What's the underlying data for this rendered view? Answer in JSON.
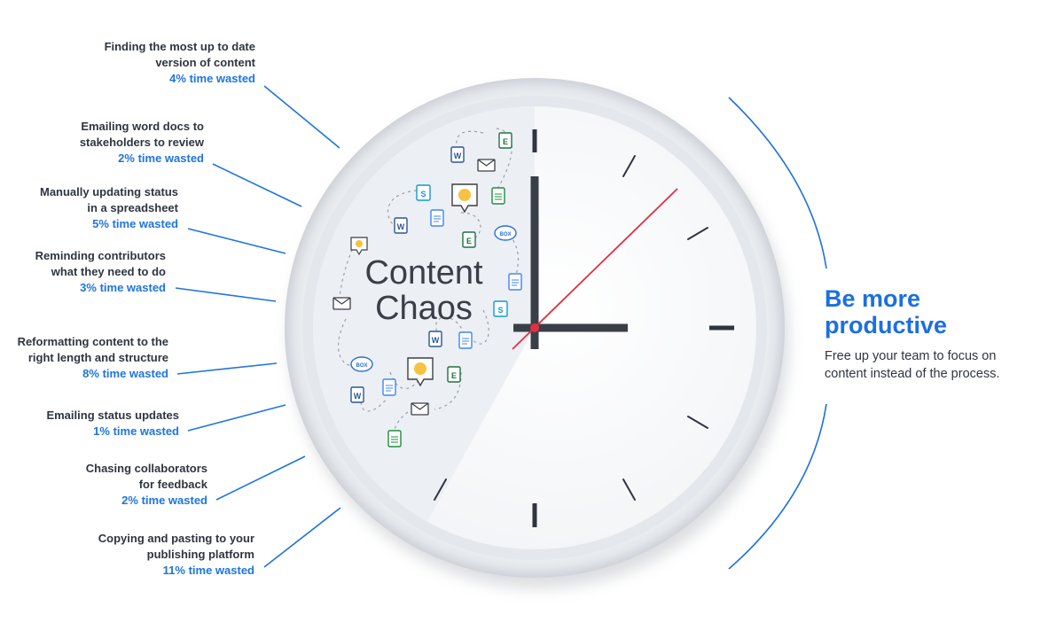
{
  "tasks": [
    {
      "label": "Finding the most up to date\nversion of content",
      "waste": "4% time wasted"
    },
    {
      "label": "Emailing word docs to\nstakeholders to review",
      "waste": "2% time wasted"
    },
    {
      "label": "Manually updating status\nin a spreadsheet",
      "waste": "5% time wasted"
    },
    {
      "label": "Reminding contributors\nwhat they need to do",
      "waste": "3% time wasted"
    },
    {
      "label": "Reformatting content to the\nright length and structure",
      "waste": "8% time wasted"
    },
    {
      "label": "Emailing status updates",
      "waste": "1% time wasted"
    },
    {
      "label": "Chasing collaborators\nfor feedback",
      "waste": "2% time wasted"
    },
    {
      "label": "Copying and pasting to your\npublishing platform",
      "waste": "11% time wasted"
    }
  ],
  "clock": {
    "title": "Content\nChaos"
  },
  "cta": {
    "headline": "Be more\nproductive",
    "subhead": "Free up your team to focus on\ncontent instead of the process."
  },
  "colors": {
    "accent": "#1c6fe0",
    "waste_text": "#1f74e0",
    "second_hand": "#e03040",
    "hands": "#3a3f47",
    "chaos_fill": "#eceff4"
  },
  "icons": [
    "word-doc-icon",
    "excel-icon",
    "mail-icon",
    "sharepoint-icon",
    "chat-bubble-icon",
    "google-doc-icon",
    "google-sheet-icon",
    "box-cloud-icon"
  ]
}
